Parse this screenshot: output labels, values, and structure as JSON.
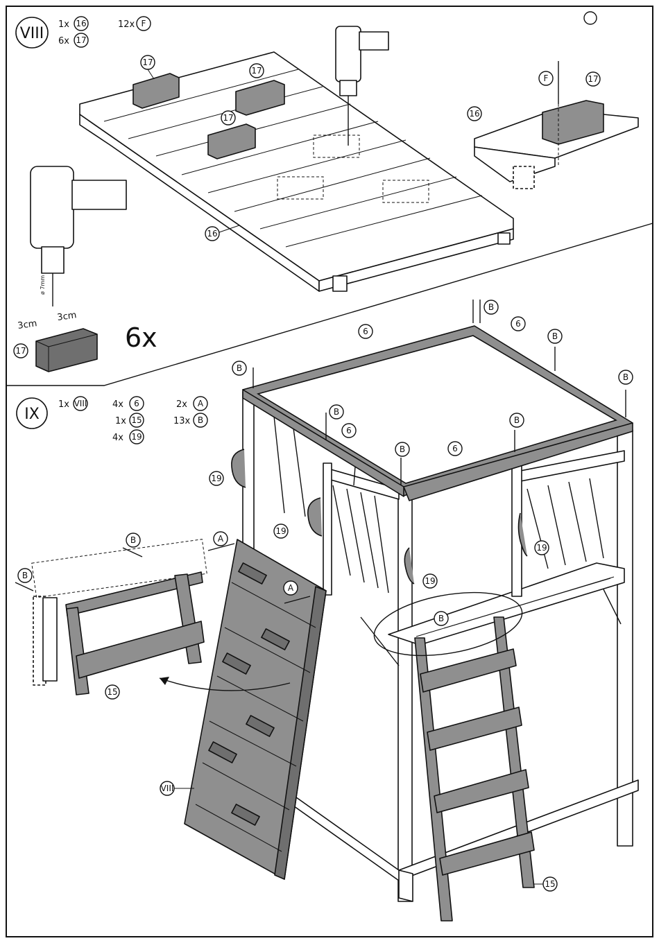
{
  "step8": {
    "numeral": "VIII",
    "parts": [
      {
        "qty": "1x",
        "id": "16"
      },
      {
        "qty": "6x",
        "id": "17"
      }
    ],
    "fasteners": [
      {
        "qty": "12x",
        "id": "F"
      }
    ],
    "callouts": {
      "platform": "16",
      "block": "17",
      "detail_platform": "16",
      "detail_block": "17",
      "detail_fastener": "F",
      "drill_block": "17"
    },
    "dimension_left": "3cm",
    "dimension_right": "3cm",
    "drill_size": "ø 7mm",
    "repeat_count": "6x"
  },
  "step9": {
    "numeral": "IX",
    "parts": [
      {
        "qty": "1x",
        "id": "VIII"
      },
      {
        "qty": "4x",
        "id": "6"
      },
      {
        "qty": "1x",
        "id": "15"
      },
      {
        "qty": "4x",
        "id": "19"
      }
    ],
    "fasteners": [
      {
        "qty": "2x",
        "id": "A"
      },
      {
        "qty": "13x",
        "id": "B"
      }
    ],
    "callouts": {
      "beam_6": "6",
      "screw_b": "B",
      "screw_a": "A",
      "handle_19": "19",
      "ladder_15": "15",
      "wall_viii": "VIII"
    }
  },
  "colors": {
    "ink": "#111111",
    "part_highlight": "#8f8f8f",
    "background": "#ffffff"
  }
}
